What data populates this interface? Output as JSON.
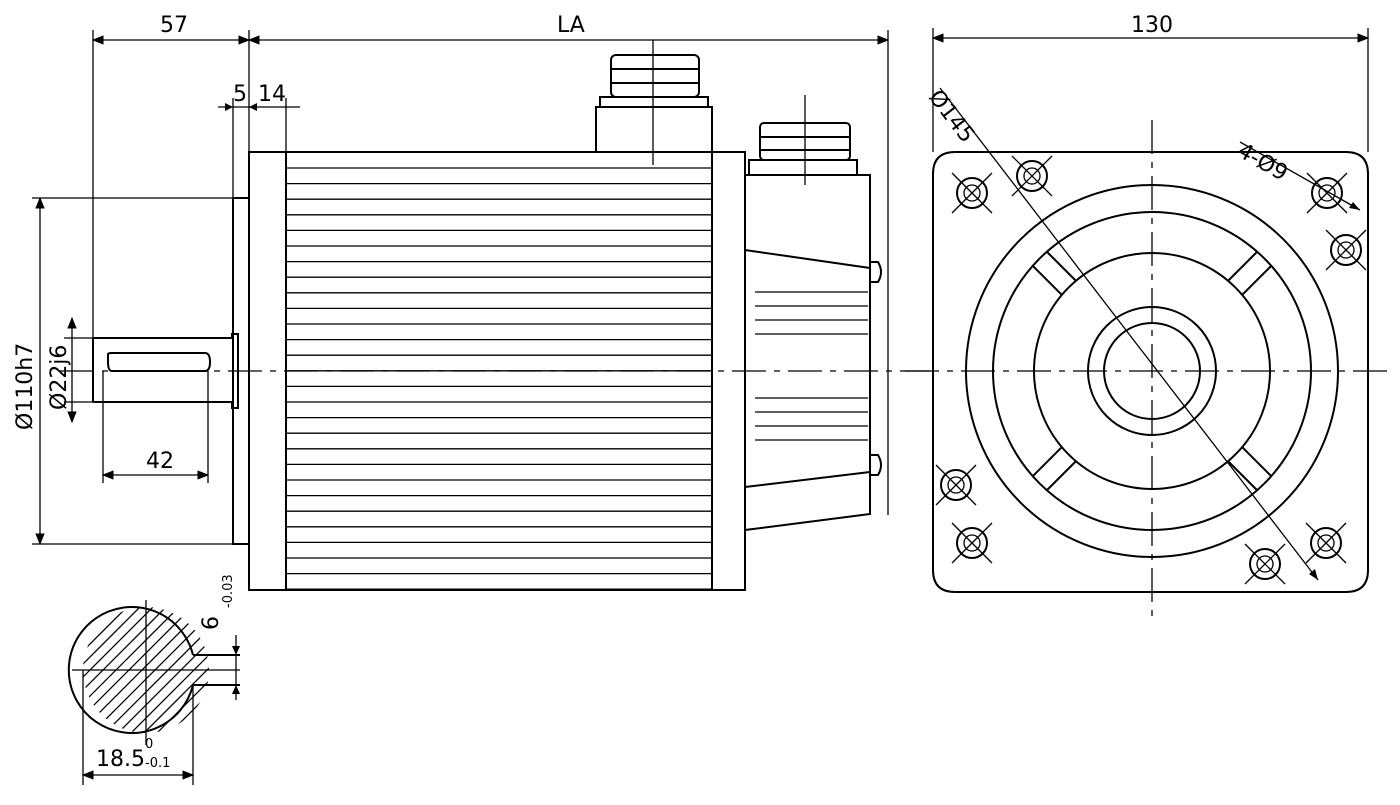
{
  "dimensions": {
    "flange_to_shaft_end": "57",
    "body_length": "LA",
    "flange_square": "130",
    "flange_thickness": "5",
    "spigot_height": "14",
    "pilot_diameter": "Ø110h7",
    "shaft_diameter": "Ø22",
    "shaft_tolerance": "j6",
    "key_length": "42",
    "bolt_circle": "Ø145",
    "mounting_holes": "4-Ø9",
    "key_width": "6",
    "key_width_tolerance": "-0.03",
    "key_depth": "18.5",
    "key_depth_tolerance_upper": "0",
    "key_depth_tolerance_lower": "-0.1"
  }
}
